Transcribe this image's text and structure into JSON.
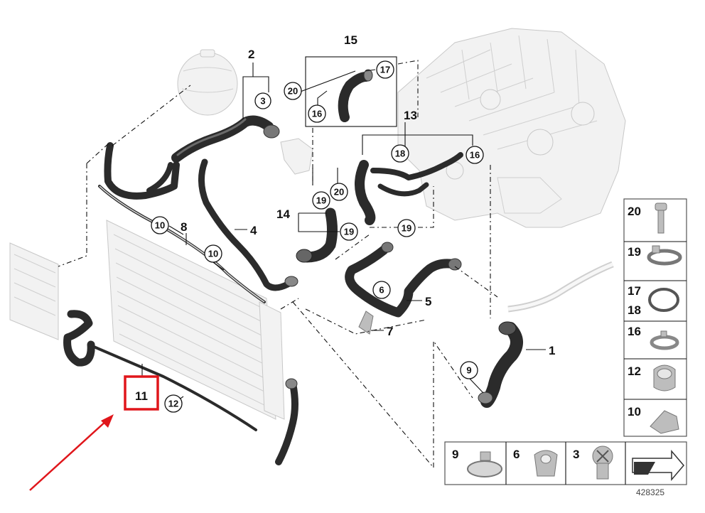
{
  "callouts": {
    "c1": "1",
    "c2": "2",
    "c3": "3",
    "c4": "4",
    "c5": "5",
    "c6": "6",
    "c7": "7",
    "c8": "8",
    "c9": "9",
    "c10a": "10",
    "c10b": "10",
    "c11": "11",
    "c12": "12",
    "c13": "13",
    "c14": "14",
    "c15": "15",
    "c16a": "16",
    "c16b": "16",
    "c17": "17",
    "c18": "18",
    "c19a": "19",
    "c19b": "19",
    "c19c": "19",
    "c20a": "20",
    "c20b": "20"
  },
  "legend": {
    "side": [
      "20",
      "19",
      "17",
      "18",
      "16",
      "12",
      "10"
    ],
    "bottom": [
      "9",
      "6",
      "3"
    ]
  },
  "diagram_number": "428325",
  "highlight_color": "#e0161b",
  "icons": [
    "engine-block",
    "expansion-tank",
    "radiator",
    "coolant-hose",
    "bolt",
    "hose-clamp",
    "o-ring",
    "clip",
    "direction-arrow"
  ]
}
